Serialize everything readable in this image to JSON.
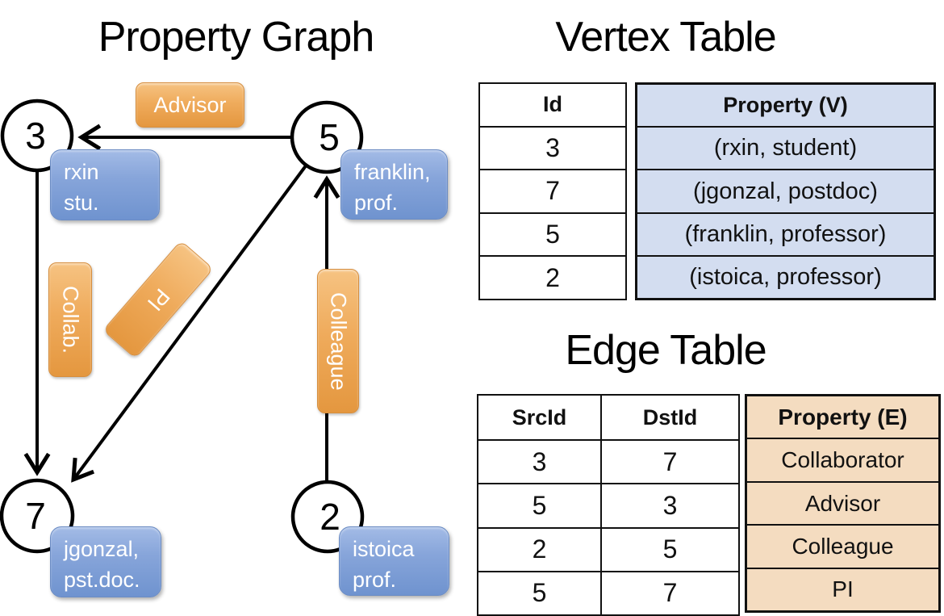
{
  "graph": {
    "title": "Property Graph",
    "nodes": [
      {
        "id": "3",
        "prop_line1": "rxin",
        "prop_line2": "stu."
      },
      {
        "id": "5",
        "prop_line1": "franklin,",
        "prop_line2": "prof."
      },
      {
        "id": "7",
        "prop_line1": "jgonzal,",
        "prop_line2": "pst.doc."
      },
      {
        "id": "2",
        "prop_line1": "istoica",
        "prop_line2": "prof."
      }
    ],
    "edge_labels": {
      "advisor": "Advisor",
      "collab": "Collab.",
      "pi": "PI",
      "colleague": "Colleague"
    }
  },
  "vertex_table": {
    "title": "Vertex Table",
    "id_header": "Id",
    "property_header": "Property (V)",
    "rows": [
      {
        "id": "3",
        "property": "(rxin, student)"
      },
      {
        "id": "7",
        "property": "(jgonzal, postdoc)"
      },
      {
        "id": "5",
        "property": "(franklin, professor)"
      },
      {
        "id": "2",
        "property": "(istoica, professor)"
      }
    ]
  },
  "edge_table": {
    "title": "Edge Table",
    "src_header": "SrcId",
    "dst_header": "DstId",
    "property_header": "Property (E)",
    "rows": [
      {
        "src": "3",
        "dst": "7",
        "property": "Collaborator"
      },
      {
        "src": "5",
        "dst": "3",
        "property": "Advisor"
      },
      {
        "src": "2",
        "dst": "5",
        "property": "Colleague"
      },
      {
        "src": "5",
        "dst": "7",
        "property": "PI"
      }
    ]
  },
  "colors": {
    "vertex_table_fill": "#d3ddf0",
    "edge_table_fill": "#f4dcc0",
    "orange_label": "#eda85a",
    "blue_label": "#7e9fd6",
    "line": "#000000"
  }
}
